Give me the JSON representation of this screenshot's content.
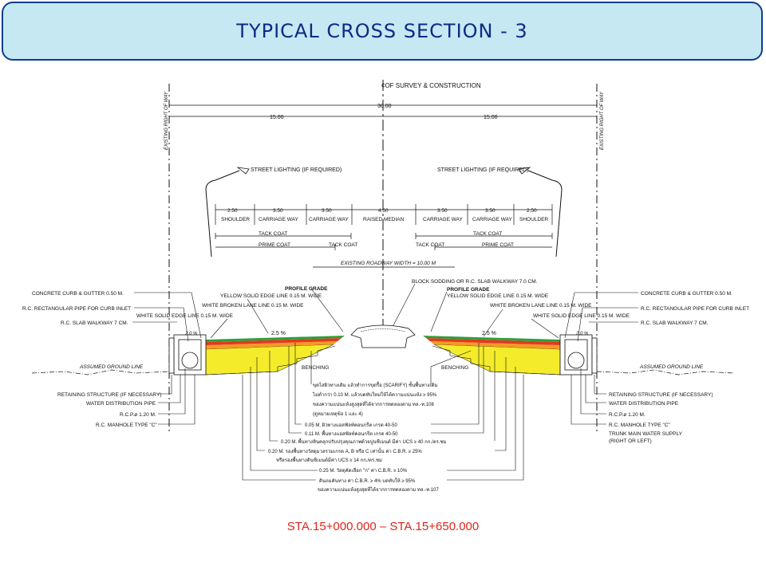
{
  "title": "TYPICAL CROSS SECTION - 3",
  "station": "STA.15+000.000 – STA.15+650.000",
  "colors": {
    "title_bg": "#c5e8f3",
    "title_border": "#0e3c8e",
    "title_text": "#0e2a84",
    "station_text": "#e0251b",
    "asphalt_green": "#2f9e3a",
    "asphalt_red": "#e23a1c",
    "base_orange": "#f39a26",
    "subbase_yellow": "#f4ec2a"
  },
  "drawing": {
    "cl_label": "¢OF SURVEY & CONSTRUCTION",
    "row_left": "EXISTING RIGHT OF WAY",
    "row_right": "EXISTING RIGHT OF WAY",
    "dim_total": "30.00",
    "dim_half_left": "15.00",
    "dim_half_right": "15.00",
    "lighting_left": "STREET LIGHTING (IF REQUIRED)",
    "lighting_right": "STREET LIGHTING (IF REQUIRED)",
    "lanes": [
      {
        "width": "2.50",
        "label": "SHOULDER"
      },
      {
        "width": "3.50",
        "label": "CARRIAGE WAY"
      },
      {
        "width": "3.50",
        "label": "CARRIAGE WAY"
      },
      {
        "width": "4.50",
        "label": "RAISED MEDIAN"
      },
      {
        "width": "3.50",
        "label": "CARRIAGE WAY"
      },
      {
        "width": "3.50",
        "label": "CARRIAGE WAY"
      },
      {
        "width": "2.50",
        "label": "SHOULDER"
      }
    ],
    "tack_coat": "TACK COAT",
    "prime_coat": "PRIME COAT",
    "existing_roadway": "EXISTING ROADWAY WIDTH = 10.00 M",
    "profile_grade": "PROFILE GRADE",
    "block_sodding": "BLOCK SODDING OR R.C. SLAB WALKWAY 7.0 CM.",
    "yellow_edge": "YELLOW SOLID EDGE LINE 0.15 M. WIDE",
    "white_broken": "WHITE BROKEN LANE LINE 0.15 M. WIDE",
    "white_edge": "WHITE SOLID EDGE LINE 0.15 M. WIDE",
    "slope": "2.5 %",
    "curb_slope": "2.0 %",
    "left_labels": [
      "CONCRETE CURB & GUTTER 0.50 M.",
      "R.C. RECTANGULAR PIPE FOR CURB INLET",
      "R.C. SLAB WALKWAY 7 CM."
    ],
    "right_labels": [
      "CONCRETE CURB & GUTTER 0.50 M.",
      "R.C. RECTANGULAR PIPE FOR CURB INLET",
      "R.C. SLAB WALKWAY 7 CM."
    ],
    "ground_line": "ASSUMED GROUND LINE",
    "benching": "BENCHING",
    "left_bottom_labels": [
      "RETAINING STRUCTURE (IF NECESSARY)",
      "WATER DISTRIBUTION PIPE",
      "R.C.P.ø 1.20 M.",
      "R.C. MANHOLE TYPE \"C\""
    ],
    "right_bottom_labels": [
      "RETAINING STRUCTURE (IF NECESSARY)",
      "WATER DISTRIBUTION PIPE",
      "R.C.P.ø 1.20 M.",
      "R.C. MANHOLE TYPE \"C\"",
      "TRUNK MAIN WATER SUPPLY",
      "(RIGHT OR LEFT)"
    ],
    "layers": [
      "ขุดไสผิวทางเดิม แล้วทำการขุดรื้อ (SCARIFY) ชั้นพื้นทางเดิม",
      "ไม่ต่ำกว่า 0.10 M. แล้วบดทับใหม่ให้ได้ความแน่นแห้ง ≥ 95%",
      "ของความแน่นแห้งสูงสุดที่ได้จากการทดลองตาม ทล.-ท.108",
      "(ดูหมายเหตุข้อ 1 และ 4)",
      "0.05 M. ผิวทางแอสฟัลท์คอนกรีต เกรด 40-50",
      "0.11 M. พื้นทางแอสฟัลท์คอนกรีต เกรด 40-50",
      "0.20 M. พื้นทางหินคลุกปรับปรุงคุณภาพด้วยปูนซีเมนต์ มีค่า UCS ≥ 40 กก./ตร.ซม",
      "0.20 M. รองพื้นทางวัสดุมวลรวมเกรด A, B หรือ C เท่านั้น ค่า C.B.R. ≥ 25%",
      "หรือรองพื้นทางดินซีเมนต์มีค่า UCS ≥ 14 กก./ตร.ซม",
      "0.25 M. วัสดุคัดเลือก \"ก\" ค่า C.B.R. ≥ 10%",
      "ดินถมคันทาง ค่า C.B.R. ≥ 4% บดทับให้ ≥ 95%",
      "ของความแน่นแห้งสูงสุดที่ได้จากการทดลองตาม ทล.-ท.107"
    ]
  }
}
